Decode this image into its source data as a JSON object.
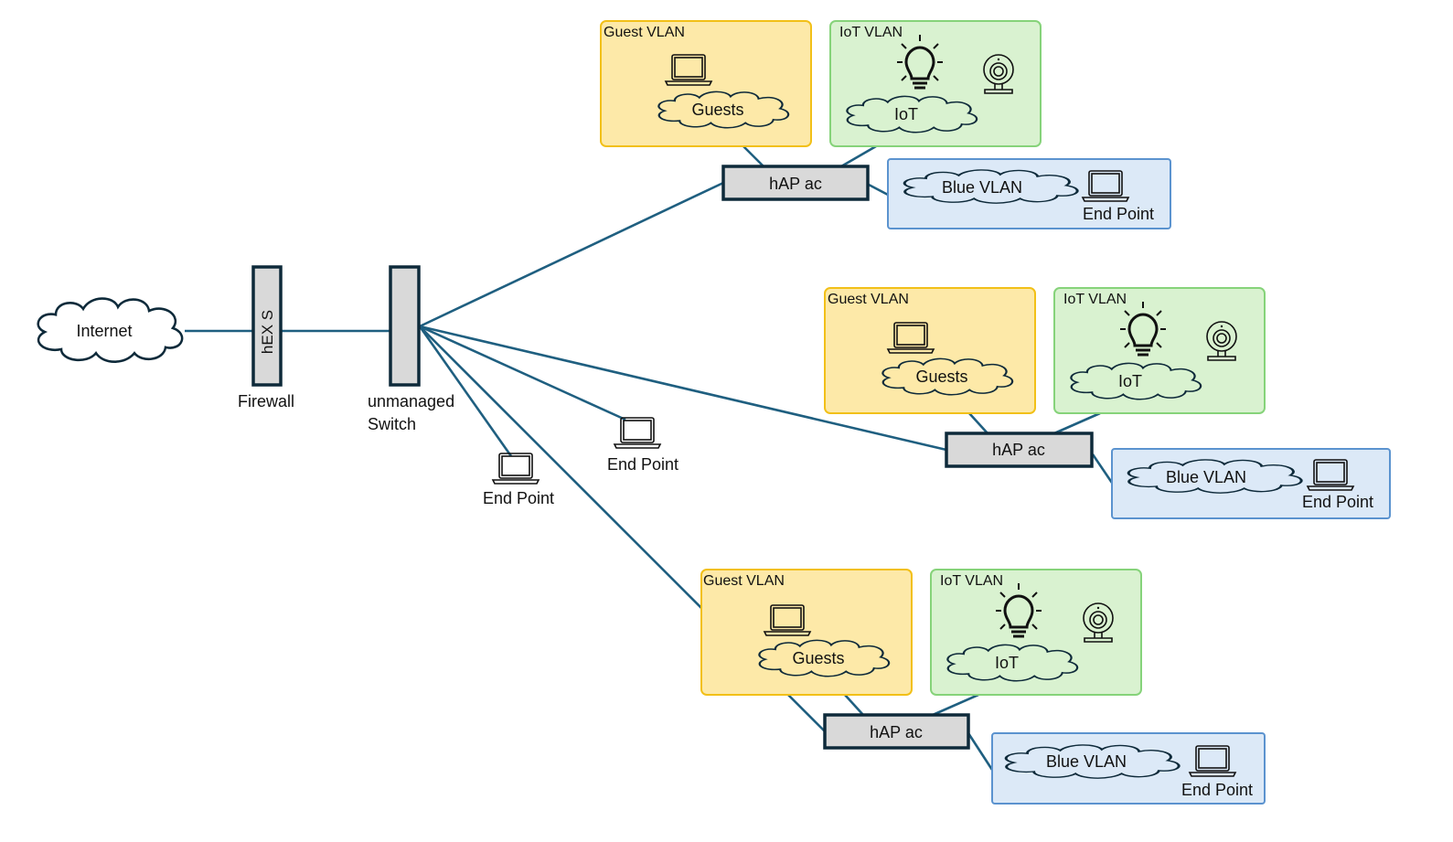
{
  "diagram": {
    "internet": {
      "label": "Internet"
    },
    "firewall": {
      "device_label": "hEX S",
      "caption": "Firewall"
    },
    "switch": {
      "caption_line1": "unmanaged",
      "caption_line2": "Switch"
    },
    "endpoints": [
      {
        "label": "End Point"
      },
      {
        "label": "End Point"
      }
    ],
    "access_points": [
      {
        "device_label": "hAP ac",
        "guest_vlan": {
          "title": "Guest VLAN",
          "cloud_label": "Guests"
        },
        "iot_vlan": {
          "title": "IoT VLAN",
          "cloud_label": "IoT"
        },
        "blue_vlan": {
          "cloud_label": "Blue VLAN",
          "endpoint_label": "End Point"
        }
      },
      {
        "device_label": "hAP ac",
        "guest_vlan": {
          "title": "Guest VLAN",
          "cloud_label": "Guests"
        },
        "iot_vlan": {
          "title": "IoT VLAN",
          "cloud_label": "IoT"
        },
        "blue_vlan": {
          "cloud_label": "Blue VLAN",
          "endpoint_label": "End Point"
        }
      },
      {
        "device_label": "hAP ac",
        "guest_vlan": {
          "title": "Guest VLAN",
          "cloud_label": "Guests"
        },
        "iot_vlan": {
          "title": "IoT VLAN",
          "cloud_label": "IoT"
        },
        "blue_vlan": {
          "cloud_label": "Blue VLAN",
          "endpoint_label": "End Point"
        }
      }
    ],
    "colors": {
      "link": "#1f5f80",
      "guest_fill": "#fde9a8",
      "iot_fill": "#d9f2d0",
      "blue_fill": "#dce9f7"
    }
  }
}
